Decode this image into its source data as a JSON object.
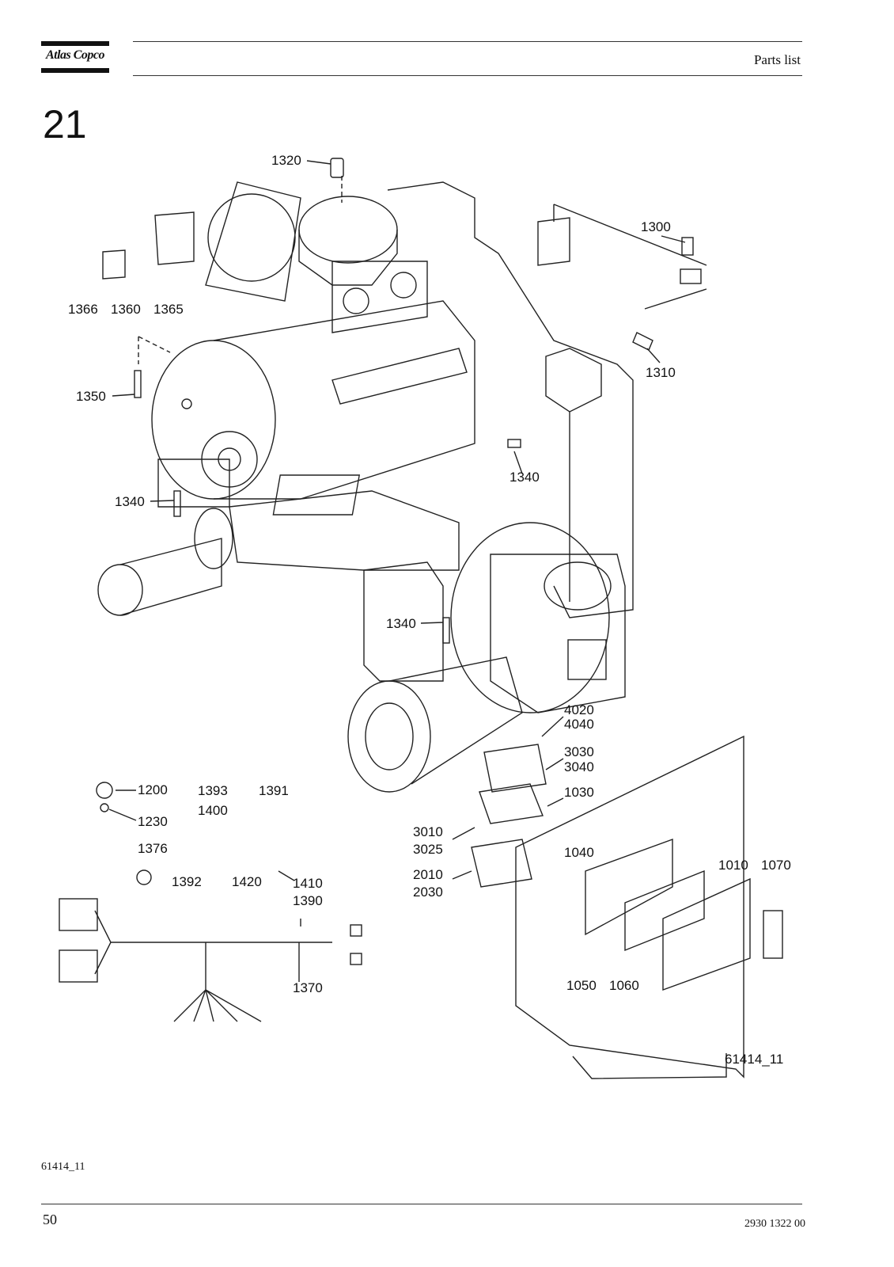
{
  "header": {
    "logo_text": "Atlas Copco",
    "title": "Parts list"
  },
  "section_number": "21",
  "callouts": {
    "c1320": "1320",
    "c1300": "1300",
    "c1366": "1366",
    "c1360": "1360",
    "c1365": "1365",
    "c1310": "1310",
    "c1350": "1350",
    "c1340a": "1340",
    "c1340b": "1340",
    "c1340c": "1340",
    "c4020": "4020",
    "c4040": "4040",
    "c3030": "3030",
    "c3040": "3040",
    "c1030": "1030",
    "c1200": "1200",
    "c1230": "1230",
    "c1393": "1393",
    "c1391": "1391",
    "c1400": "1400",
    "c3010": "3010",
    "c3025": "3025",
    "c1040": "1040",
    "c1376": "1376",
    "c1392": "1392",
    "c1420": "1420",
    "c1410": "1410",
    "c2010": "2010",
    "c2030": "2030",
    "c1010": "1010",
    "c1070": "1070",
    "c1390": "1390",
    "c1370": "1370",
    "c1050": "1050",
    "c1060": "1060",
    "fig_ref": "61414_11"
  },
  "footer": {
    "figure_ref": "61414_11",
    "page_number": "50",
    "doc_number": "2930 1322 00"
  }
}
